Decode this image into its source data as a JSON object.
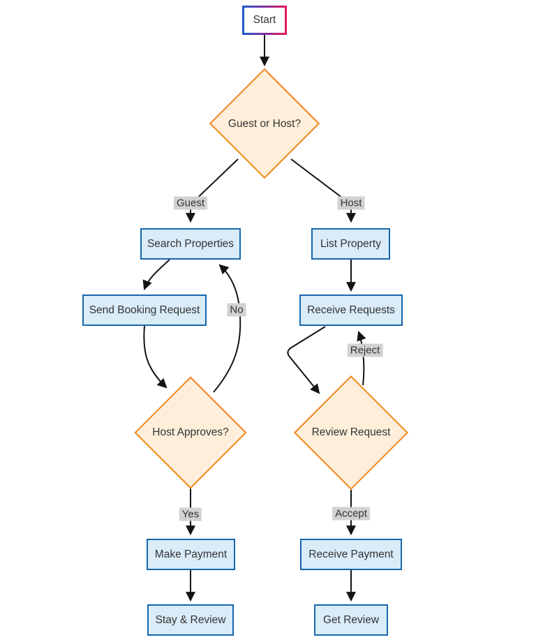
{
  "diagram": {
    "title": "Guest / Host booking flowchart",
    "nodes": {
      "start": "Start",
      "guest_or_host": "Guest or Host?",
      "search_properties": "Search Properties",
      "list_property": "List Property",
      "send_booking_request": "Send Booking Request",
      "receive_requests": "Receive Requests",
      "host_approves": "Host Approves?",
      "review_request": "Review Request",
      "make_payment": "Make Payment",
      "receive_payment": "Receive Payment",
      "stay_and_review": "Stay & Review",
      "get_review": "Get Review"
    },
    "edge_labels": {
      "guest": "Guest",
      "host": "Host",
      "no": "No",
      "reject": "Reject",
      "yes": "Yes",
      "accept": "Accept"
    },
    "colors": {
      "process_fill": "#d9ecf8",
      "process_border": "#1666ad",
      "decision_fill": "#ffefda",
      "decision_border": "#f2861d",
      "start_gradient_left": "#2356c7",
      "start_gradient_right": "#e5185e",
      "edge_label_bg": "#d2d2d2",
      "arrow": "#141414",
      "text": "#333333",
      "background": "#ffffff"
    }
  }
}
